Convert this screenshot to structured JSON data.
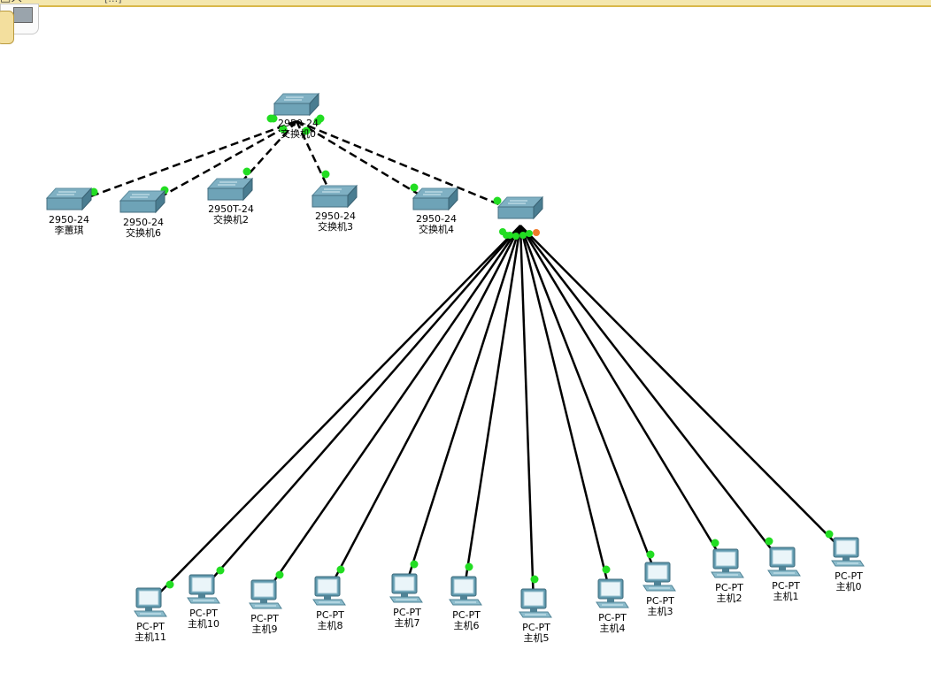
{
  "window": {
    "title_fragment": "□共",
    "title_bracket": "[…]"
  },
  "colors": {
    "background": "#ffffff",
    "link": "#000000",
    "link_up": "#22dd22",
    "link_port_orange": "#f07b2a",
    "device_top": "#7fb0c3",
    "device_side": "#4a7d91"
  },
  "devices": {
    "sw0": {
      "model": "2950-24",
      "name": "交换机0",
      "icon": "switch-icon"
    },
    "sw_lhq": {
      "model": "2950-24",
      "name": "李蕙琪",
      "icon": "switch-icon"
    },
    "sw6": {
      "model": "2950-24",
      "name": "交换机6",
      "icon": "switch-icon"
    },
    "sw2": {
      "model": "2950T-24",
      "name": "交换机2",
      "icon": "switch-icon"
    },
    "sw3": {
      "model": "2950-24",
      "name": "交换机3",
      "icon": "switch-icon"
    },
    "sw4": {
      "model": "2950-24",
      "name": "交换机4",
      "icon": "switch-icon"
    },
    "sw_hub": {
      "model": "",
      "name": "",
      "icon": "switch-icon"
    },
    "pc11": {
      "model": "PC-PT",
      "name": "主机11",
      "icon": "pc-icon"
    },
    "pc10": {
      "model": "PC-PT",
      "name": "主机10",
      "icon": "pc-icon"
    },
    "pc9": {
      "model": "PC-PT",
      "name": "主机9",
      "icon": "pc-icon"
    },
    "pc8": {
      "model": "PC-PT",
      "name": "主机8",
      "icon": "pc-icon"
    },
    "pc7": {
      "model": "PC-PT",
      "name": "主机7",
      "icon": "pc-icon"
    },
    "pc6": {
      "model": "PC-PT",
      "name": "主机6",
      "icon": "pc-icon"
    },
    "pc5": {
      "model": "PC-PT",
      "name": "主机5",
      "icon": "pc-icon"
    },
    "pc4": {
      "model": "PC-PT",
      "name": "主机4",
      "icon": "pc-icon"
    },
    "pc3": {
      "model": "PC-PT",
      "name": "主机3",
      "icon": "pc-icon"
    },
    "pc2": {
      "model": "PC-PT",
      "name": "主机2",
      "icon": "pc-icon"
    },
    "pc1": {
      "model": "PC-PT",
      "name": "主机1",
      "icon": "pc-icon"
    },
    "pc0": {
      "model": "PC-PT",
      "name": "主机0",
      "icon": "pc-icon"
    }
  },
  "links": [
    {
      "from": "sw0",
      "to": "sw_lhq",
      "type": "crossover"
    },
    {
      "from": "sw0",
      "to": "sw6",
      "type": "crossover"
    },
    {
      "from": "sw0",
      "to": "sw2",
      "type": "crossover"
    },
    {
      "from": "sw0",
      "to": "sw3",
      "type": "crossover"
    },
    {
      "from": "sw0",
      "to": "sw4",
      "type": "crossover"
    },
    {
      "from": "sw0",
      "to": "sw_hub",
      "type": "crossover"
    },
    {
      "from": "sw_hub",
      "to": "pc11",
      "type": "straight"
    },
    {
      "from": "sw_hub",
      "to": "pc10",
      "type": "straight"
    },
    {
      "from": "sw_hub",
      "to": "pc9",
      "type": "straight"
    },
    {
      "from": "sw_hub",
      "to": "pc8",
      "type": "straight"
    },
    {
      "from": "sw_hub",
      "to": "pc7",
      "type": "straight"
    },
    {
      "from": "sw_hub",
      "to": "pc6",
      "type": "straight"
    },
    {
      "from": "sw_hub",
      "to": "pc5",
      "type": "straight"
    },
    {
      "from": "sw_hub",
      "to": "pc4",
      "type": "straight"
    },
    {
      "from": "sw_hub",
      "to": "pc3",
      "type": "straight"
    },
    {
      "from": "sw_hub",
      "to": "pc2",
      "type": "straight"
    },
    {
      "from": "sw_hub",
      "to": "pc1",
      "type": "straight"
    },
    {
      "from": "sw_hub",
      "to": "pc0",
      "type": "straight"
    }
  ]
}
